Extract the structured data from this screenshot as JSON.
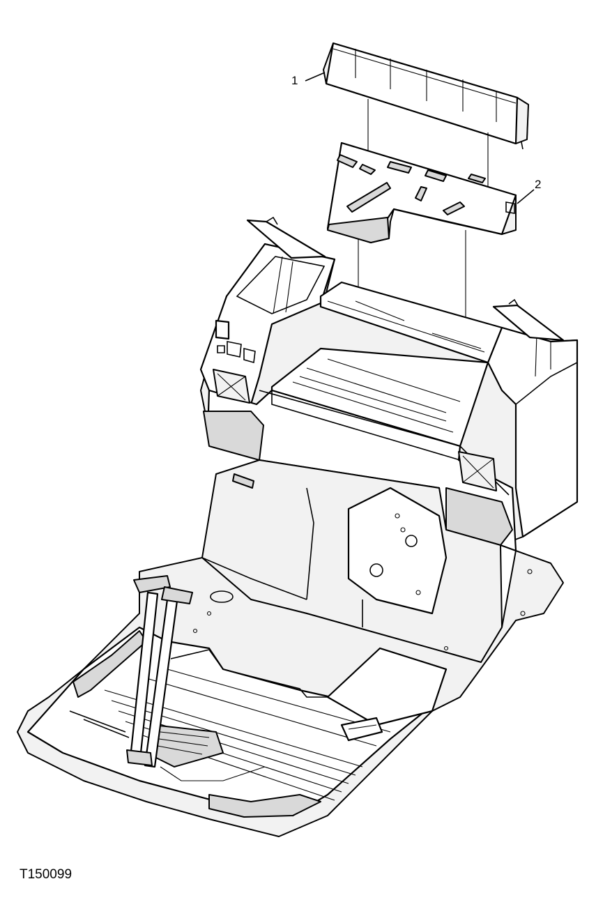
{
  "diagram": {
    "callouts": [
      {
        "id": "1",
        "label": "1"
      },
      {
        "id": "2",
        "label": "2"
      }
    ],
    "figure_id": "T150099"
  }
}
